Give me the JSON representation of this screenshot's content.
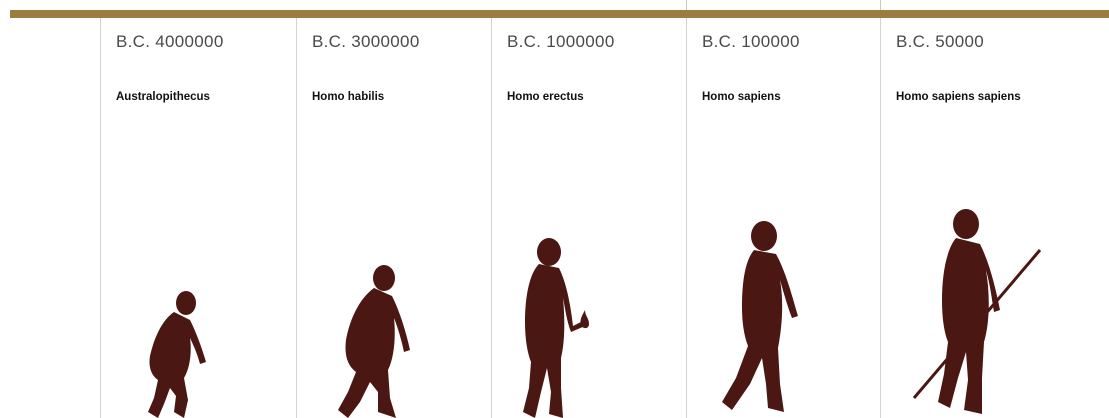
{
  "timeline": {
    "stages": [
      {
        "date": "B.C. 4000000",
        "species": "Australopithecus"
      },
      {
        "date": "B.C. 3000000",
        "species": "Homo habilis"
      },
      {
        "date": "B.C. 1000000",
        "species": "Homo erectus"
      },
      {
        "date": "B.C. 100000",
        "species": "Homo sapiens"
      },
      {
        "date": "B.C. 50000",
        "species": "Homo sapiens sapiens"
      }
    ]
  },
  "colors": {
    "bar": "#9c7c3f",
    "silhouette": "#4a1712",
    "divider": "#d3d3d3"
  },
  "icons": [
    "australopithecus-silhouette-icon",
    "homo-habilis-silhouette-icon",
    "homo-erectus-silhouette-icon",
    "homo-sapiens-silhouette-icon",
    "homo-sapiens-sapiens-silhouette-icon"
  ]
}
